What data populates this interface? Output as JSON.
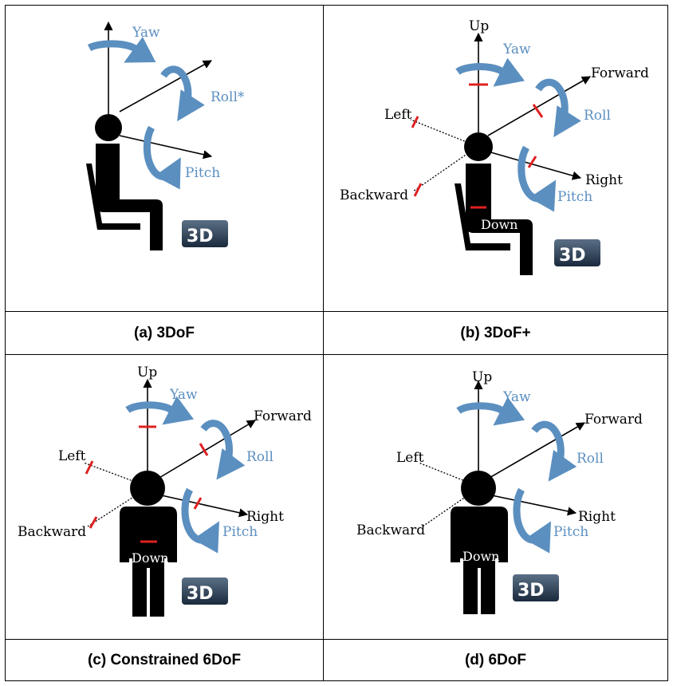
{
  "panels": [
    {
      "caption": "(a) 3DoF",
      "labels": {
        "yaw": "Yaw",
        "roll": "Roll*",
        "pitch": "Pitch"
      },
      "logo": "3D"
    },
    {
      "caption": "(b) 3DoF+",
      "labels": {
        "up": "Up",
        "yaw": "Yaw",
        "forward": "Forward",
        "roll": "Roll",
        "left": "Left",
        "right": "Right",
        "pitch": "Pitch",
        "backward": "Backward",
        "down": "Down"
      },
      "logo": "3D"
    },
    {
      "caption": "(c) Constrained 6DoF",
      "labels": {
        "up": "Up",
        "yaw": "Yaw",
        "forward": "Forward",
        "roll": "Roll",
        "left": "Left",
        "right": "Right",
        "pitch": "Pitch",
        "backward": "Backward",
        "down": "Down"
      },
      "logo": "3D"
    },
    {
      "caption": "(d) 6DoF",
      "labels": {
        "up": "Up",
        "yaw": "Yaw",
        "forward": "Forward",
        "roll": "Roll",
        "left": "Left",
        "right": "Right",
        "pitch": "Pitch",
        "backward": "Backward",
        "down": "Down"
      },
      "logo": "3D"
    }
  ],
  "colors": {
    "rotation_arrow": "#5b8fc0",
    "constraint_mark": "#e02020",
    "figure": "#000000"
  }
}
